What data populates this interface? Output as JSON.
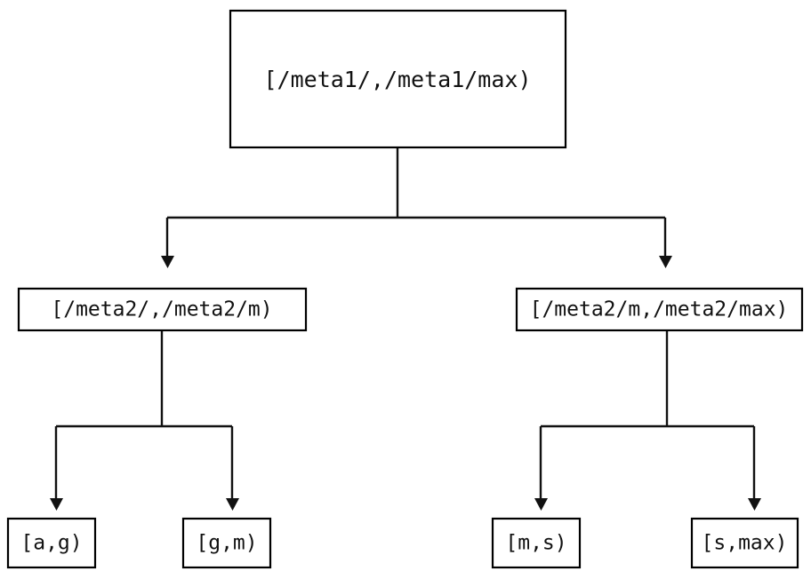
{
  "diagram": {
    "type": "tree",
    "title": "",
    "background_color": "#ffffff",
    "line_color": "#111111",
    "box_fill": "#ffffff",
    "box_stroke": "#000000",
    "text_color": "#111111",
    "nodes": {
      "root": {
        "label": "[/meta1/,/meta1/max)"
      },
      "mid_left": {
        "label": "[/meta2/,/meta2/m)"
      },
      "mid_right": {
        "label": "[/meta2/m,/meta2/max)"
      },
      "leaf_1": {
        "label": "[a,g)"
      },
      "leaf_2": {
        "label": "[g,m)"
      },
      "leaf_3": {
        "label": "[m,s)"
      },
      "leaf_4": {
        "label": "[s,max)"
      }
    },
    "edges": [
      {
        "from": "root",
        "to": "mid_left"
      },
      {
        "from": "root",
        "to": "mid_right"
      },
      {
        "from": "mid_left",
        "to": "leaf_1"
      },
      {
        "from": "mid_left",
        "to": "leaf_2"
      },
      {
        "from": "mid_right",
        "to": "leaf_3"
      },
      {
        "from": "mid_right",
        "to": "leaf_4"
      }
    ]
  }
}
